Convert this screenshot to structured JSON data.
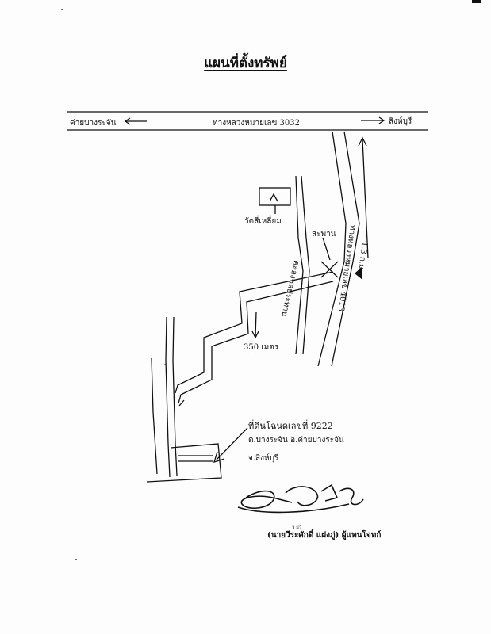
{
  "title": "แผนที่ตั้งทรัพย์",
  "highway": {
    "label": "ทางหลวงหมายเลข 3032",
    "left_direction": "ค่ายบางระจัน",
    "right_direction": "สิงห์บุรี"
  },
  "map_labels": {
    "temple": "วัดสี่เหลี่ยม",
    "bridge": "สะพาน",
    "road": "ทางหลวงหมายเลข 4013",
    "distance_km": "1.3 ก.ม.",
    "canal": "คลองชลประทาน",
    "distance_m": "350 เมตร"
  },
  "land": {
    "deed": "ที่ดินโฉนดเลขที่ 9222",
    "subdistrict_district": "ต.บางระจัน อ.ค่ายบางระจัน",
    "province": "จ.สิงห์บุรี"
  },
  "surveyor": "(นายวีระศักดิ์ แฝงภู่) ผู้แทนโจทก์",
  "small_mark": "ว ยว",
  "colors": {
    "ink": "#111111",
    "paper": "#fdfdfd"
  }
}
